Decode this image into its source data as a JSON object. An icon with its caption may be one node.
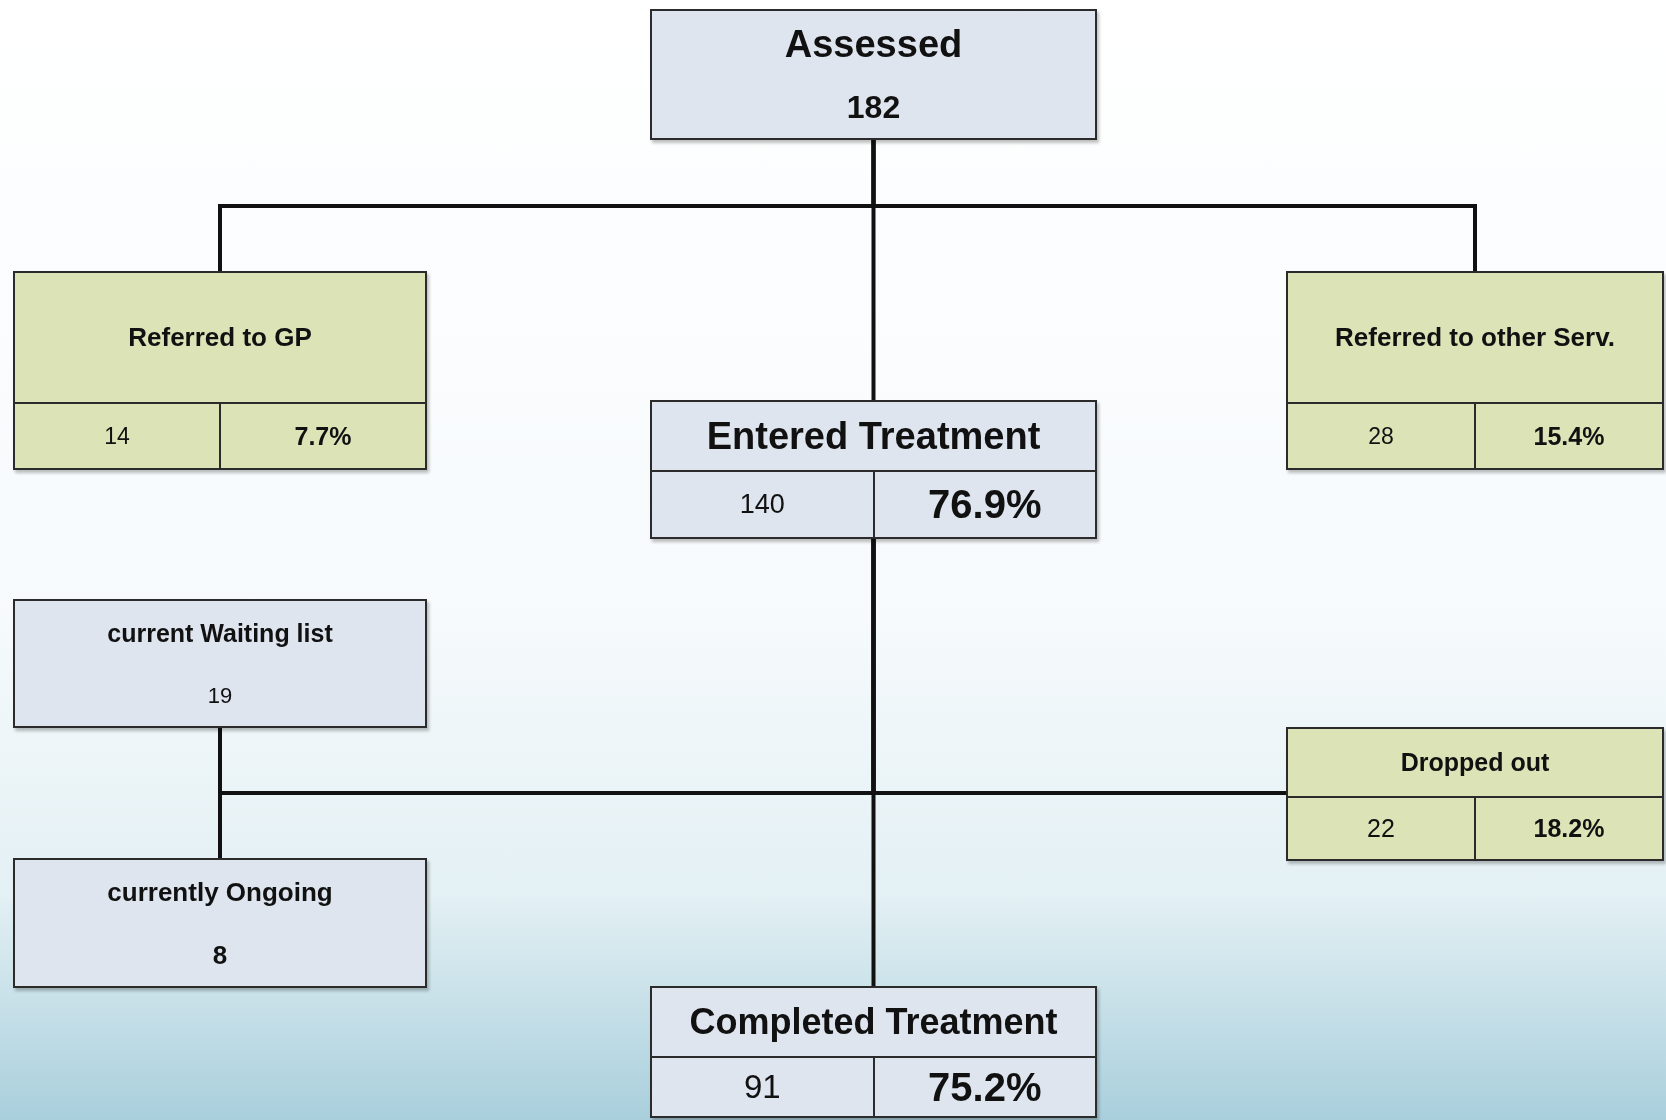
{
  "diagram": {
    "nodes": [
      {
        "text": [
          "Assessed",
          "182"
        ]
      },
      {
        "text": [
          "Referred to GP",
          "14",
          "7.7%"
        ]
      },
      {
        "text": [
          "Entered Treatment",
          "140",
          "76.9%"
        ]
      },
      {
        "text": [
          "Referred to other Serv.",
          "28",
          "15.4%"
        ]
      },
      {
        "text": [
          "current Waiting list",
          "19"
        ]
      },
      {
        "text": [
          "Dropped out",
          "22",
          "18.2%"
        ]
      },
      {
        "text": [
          "currently Ongoing",
          "8"
        ]
      },
      {
        "text": [
          "Completed Treatment",
          "91",
          "75.2%"
        ]
      }
    ],
    "edges": [
      {
        "from": 0,
        "to": 1,
        "arrow": "none"
      },
      {
        "from": 0,
        "to": 2,
        "arrow": "none"
      },
      {
        "from": 0,
        "to": 3,
        "arrow": "none"
      },
      {
        "from": 2,
        "to": 4,
        "arrow": "none"
      },
      {
        "from": 2,
        "to": 6,
        "arrow": "none"
      },
      {
        "from": 2,
        "to": 5,
        "arrow": "none"
      },
      {
        "from": 2,
        "to": 7,
        "arrow": "none"
      }
    ]
  }
}
